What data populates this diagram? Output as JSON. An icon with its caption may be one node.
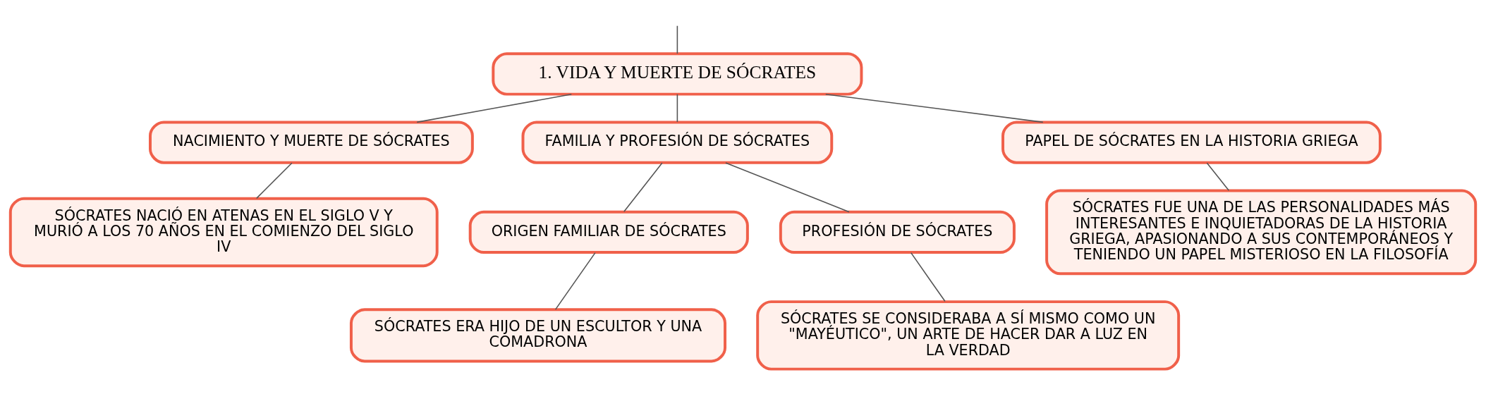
{
  "diagram": {
    "nodes": [
      {
        "text": [
          "1. VIDA Y MUERTE DE SÓCRATES"
        ]
      },
      {
        "text": [
          "NACIMIENTO Y MUERTE DE SÓCRATES"
        ]
      },
      {
        "text": [
          "FAMILIA Y PROFESIÓN DE SÓCRATES"
        ]
      },
      {
        "text": [
          "PAPEL DE SÓCRATES EN LA HISTORIA GRIEGA"
        ]
      },
      {
        "text": [
          "SÓCRATES NACIÓ EN ATENAS EN EL SIGLO V Y MURIÓ A LOS 70 AÑOS EN EL COMIENZO DEL SIGLO IV"
        ]
      },
      {
        "text": [
          "ORIGEN FAMILIAR DE SÓCRATES"
        ]
      },
      {
        "text": [
          "PROFESIÓN DE SÓCRATES"
        ]
      },
      {
        "text": [
          "SÓCRATES ERA HIJO DE UN ESCULTOR Y UNA COMADRONA"
        ]
      },
      {
        "text": [
          "SÓCRATES SE CONSIDERABA A SÍ MISMO COMO UN \"MAYÉUTICO\", UN ARTE DE HACER DAR A LUZ EN LA VERDAD"
        ]
      },
      {
        "text": [
          "SÓCRATES FUE UNA DE LAS PERSONALIDADES MÁS INTERESANTES E INQUIETADORAS DE LA HISTORIA GRIEGA, APASIONANDO A SUS CONTEMPORÁNEOS Y TENIENDO UN PAPEL MISTERIOSO EN LA FILOSOFÍA"
        ]
      }
    ],
    "edges": [
      {
        "from": null,
        "to": 0,
        "arrow": "none"
      },
      {
        "from": 0,
        "to": 1,
        "arrow": "none"
      },
      {
        "from": 0,
        "to": 2,
        "arrow": "none"
      },
      {
        "from": 0,
        "to": 3,
        "arrow": "none"
      },
      {
        "from": 1,
        "to": 4,
        "arrow": "none"
      },
      {
        "from": 2,
        "to": 5,
        "arrow": "none"
      },
      {
        "from": 2,
        "to": 6,
        "arrow": "none"
      },
      {
        "from": 3,
        "to": 9,
        "arrow": "none"
      },
      {
        "from": 5,
        "to": 7,
        "arrow": "none"
      },
      {
        "from": 6,
        "to": 8,
        "arrow": "none"
      }
    ]
  }
}
